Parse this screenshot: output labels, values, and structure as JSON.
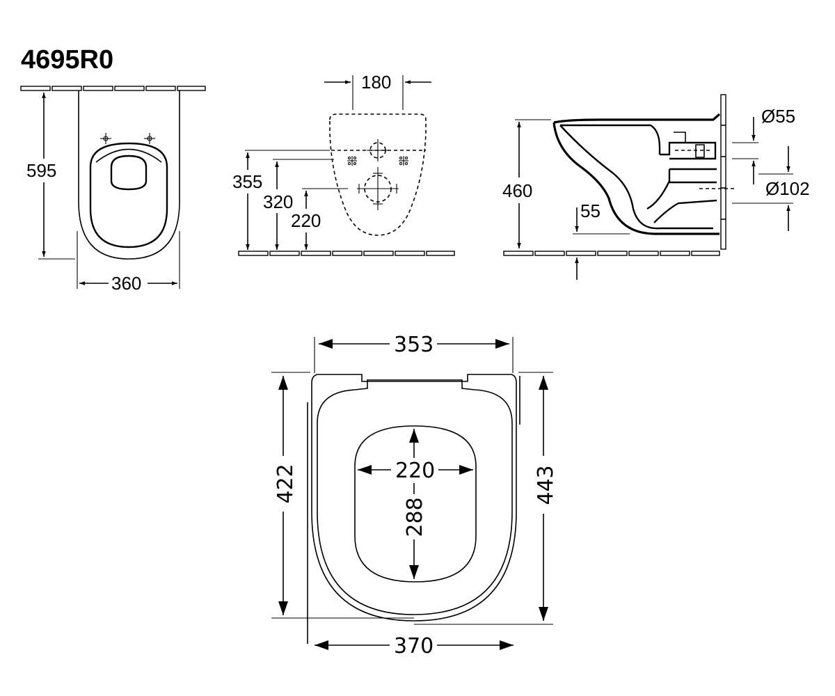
{
  "model": "4695R0",
  "views": {
    "front": {
      "height": "595",
      "width": "360"
    },
    "wall": {
      "spacing": "180",
      "h1": "355",
      "h2": "320",
      "h3": "220"
    },
    "side": {
      "height": "460",
      "inlet": "Ø55",
      "outlet": "Ø102",
      "offset": "55"
    }
  },
  "seat": {
    "top_width": "353",
    "bottom_width": "370",
    "left_length": "422",
    "right_length": "443",
    "opening_width": "220",
    "opening_length": "288"
  },
  "colors": {
    "line": "#000000",
    "background": "#ffffff"
  }
}
